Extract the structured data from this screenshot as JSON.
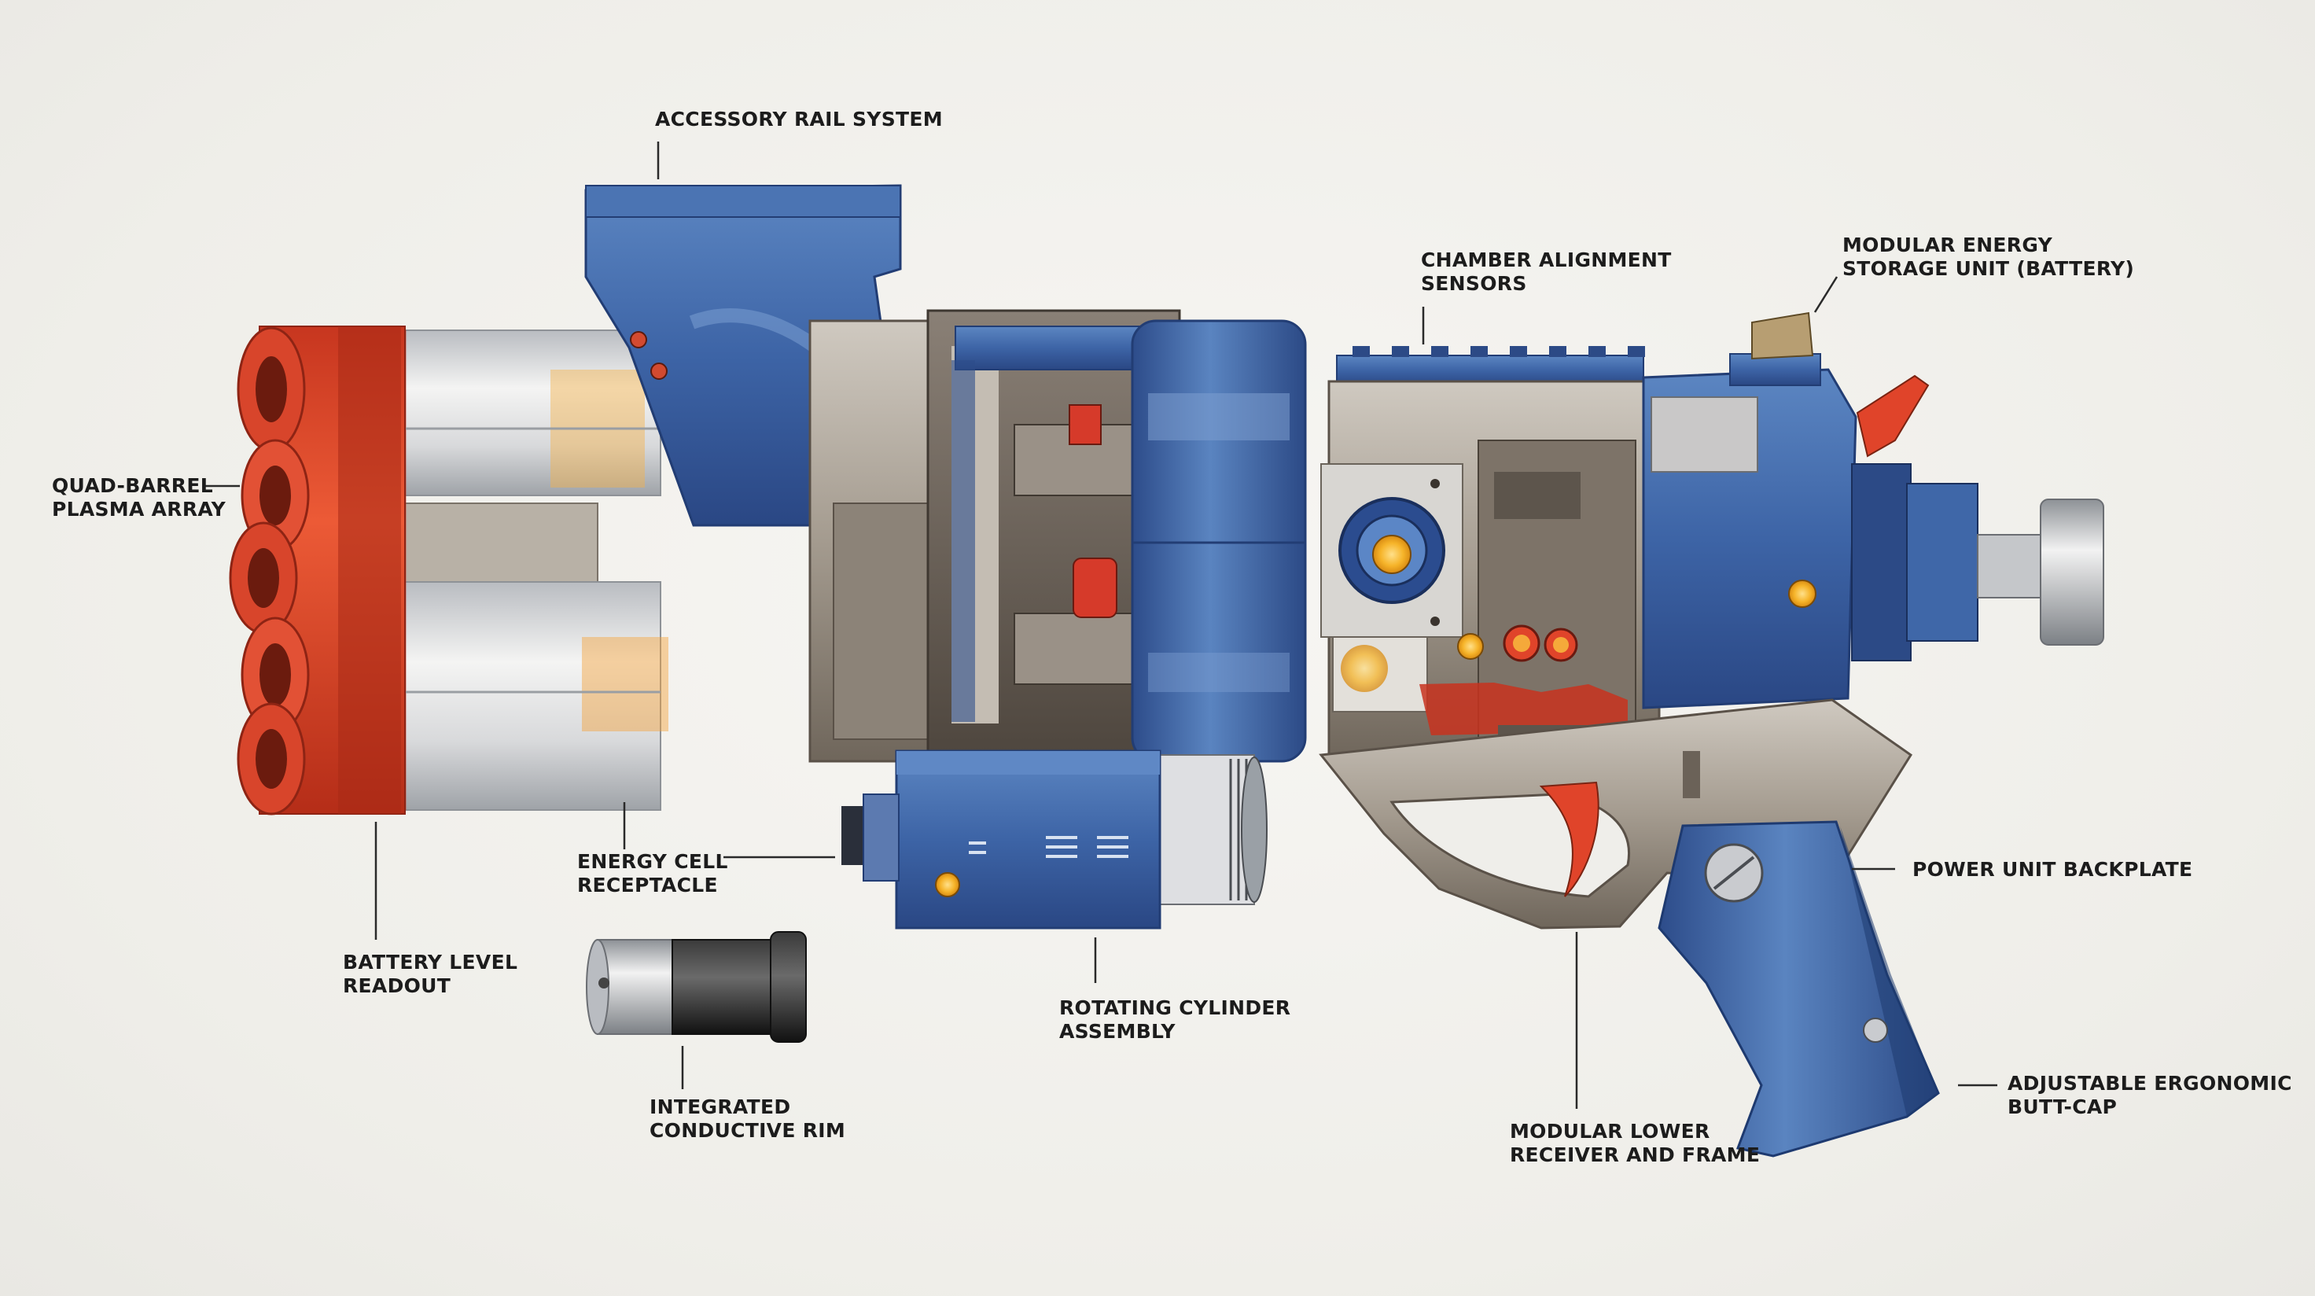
{
  "callouts": {
    "accessory_rail": {
      "lines": [
        "ACCESSORY RAIL SYSTEM"
      ]
    },
    "quad_barrel": {
      "lines": [
        "QUAD-BARREL",
        "PLASMA ARRAY"
      ]
    },
    "chamber_sensors": {
      "lines": [
        "CHAMBER ALIGNMENT",
        "SENSORS"
      ]
    },
    "energy_storage": {
      "lines": [
        "MODULAR ENERGY",
        "STORAGE UNIT (BATTERY)"
      ]
    },
    "energy_cell": {
      "lines": [
        "ENERGY CELL",
        "RECEPTACLE"
      ]
    },
    "battery_readout": {
      "lines": [
        "BATTERY LEVEL",
        "READOUT"
      ]
    },
    "conductive_rim": {
      "lines": [
        "INTEGRATED",
        "CONDUCTIVE RIM"
      ]
    },
    "rotating_cylinder": {
      "lines": [
        "ROTATING CYLINDER",
        "ASSEMBLY"
      ]
    },
    "power_backplate": {
      "lines": [
        "POWER UNIT BACKPLATE"
      ]
    },
    "butt_cap": {
      "lines": [
        "ADJUSTABLE ERGONOMIC",
        "BUTT-CAP"
      ]
    },
    "lower_receiver": {
      "lines": [
        "MODULAR LOWER",
        "RECEIVER AND FRAME"
      ]
    }
  },
  "colors": {
    "blue": "#3f67a8",
    "blue_dark": "#2c4a86",
    "red": "#e0442a",
    "silver": "#d9dadc",
    "metal_dark": "#6e665e",
    "amber": "#f4b42a",
    "leader": "#2a2a2a"
  }
}
